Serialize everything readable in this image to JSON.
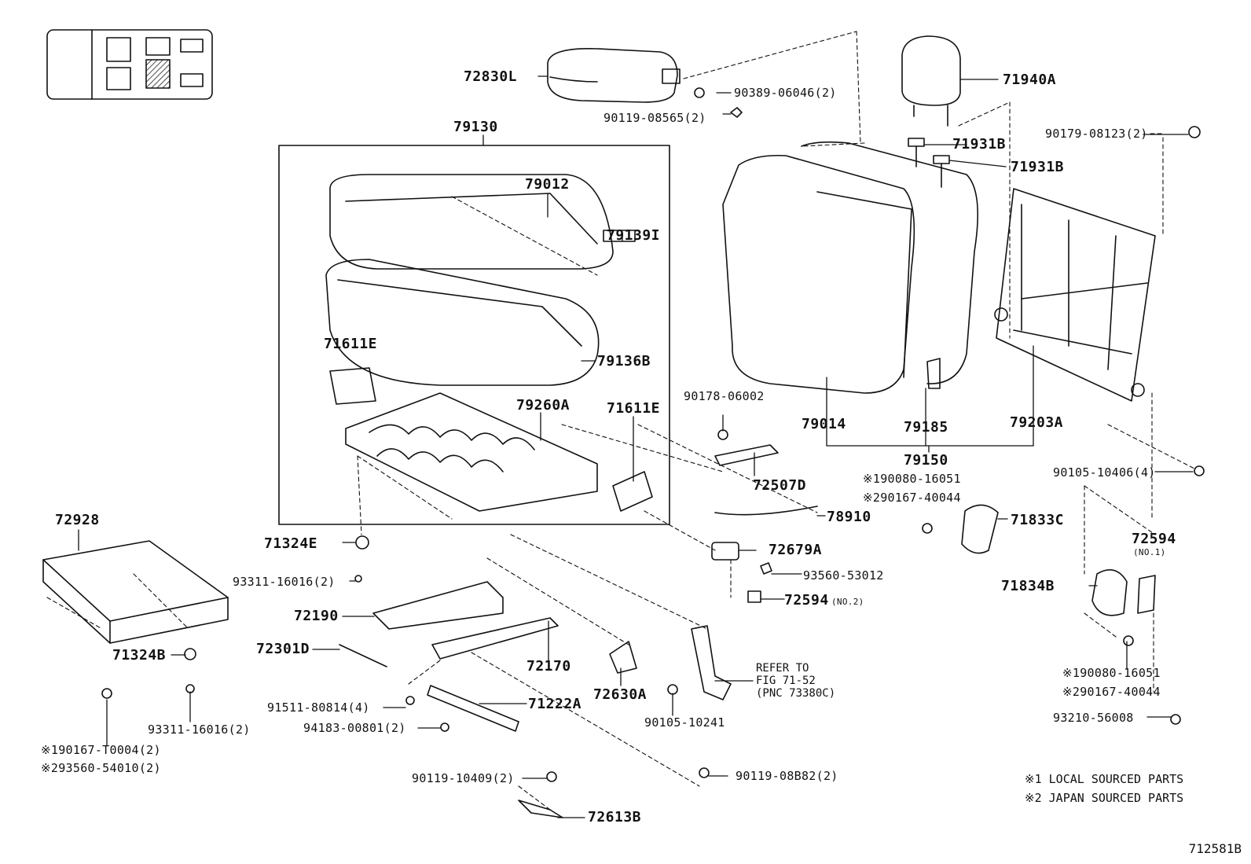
{
  "figure_code": "712581B",
  "notes": {
    "local": "※1 LOCAL SOURCED PARTS",
    "japan": "※2 JAPAN SOURCED PARTS"
  },
  "refer": {
    "line1": "REFER TO",
    "line2": "FIG 71-52",
    "line3": "(PNC 73380C)"
  },
  "parts": {
    "p72830L": "72830L",
    "p90389": "90389-06046(2)",
    "p90119_08565": "90119-08565(2)",
    "p71940A": "71940A",
    "p71931B_1": "71931B",
    "p71931B_2": "71931B",
    "p90179": "90179-08123(2)",
    "p79130": "79130",
    "p79012": "79012",
    "p79139I": "79139I",
    "p71611E_1": "71611E",
    "p79136B": "79136B",
    "p79260A": "79260A",
    "p71611E_2": "71611E",
    "p90178": "90178-06002",
    "p72507D": "72507D",
    "p79014": "79014",
    "p79185": "79185",
    "p79203A": "79203A",
    "p79150": "79150",
    "p90080_a": "※190080-16051",
    "p90167_a": "※290167-40044",
    "p90105_10406": "90105-10406(4)",
    "p78910": "78910",
    "p71833C": "71833C",
    "p72928": "72928",
    "p71324E": "71324E",
    "p72679A": "72679A",
    "p72594_a": "72594",
    "p72594_a_sub": "(NO.1)",
    "p93311_a": "93311-16016(2)",
    "p93560": "93560-53012",
    "p71834B": "71834B",
    "p72594_b": "72594",
    "p72594_b_sub": "(NO.2)",
    "p72190": "72190",
    "p72301D": "72301D",
    "p71324B": "71324B",
    "p72170": "72170",
    "p72630A": "72630A",
    "p90080_b": "※190080-16051",
    "p90167_b": "※290167-40044",
    "p91511": "91511-80814(4)",
    "p71222A": "71222A",
    "p90105_10241": "90105-10241",
    "p93311_b": "93311-16016(2)",
    "p94183": "94183-00801(2)",
    "p93210": "93210-56008",
    "p90167_t": "※190167-T0004(2)",
    "p93560_54010": "※293560-54010(2)",
    "p90119_10409": "90119-10409(2)",
    "p90119_08B82": "90119-08B82(2)",
    "p72613B": "72613B"
  }
}
